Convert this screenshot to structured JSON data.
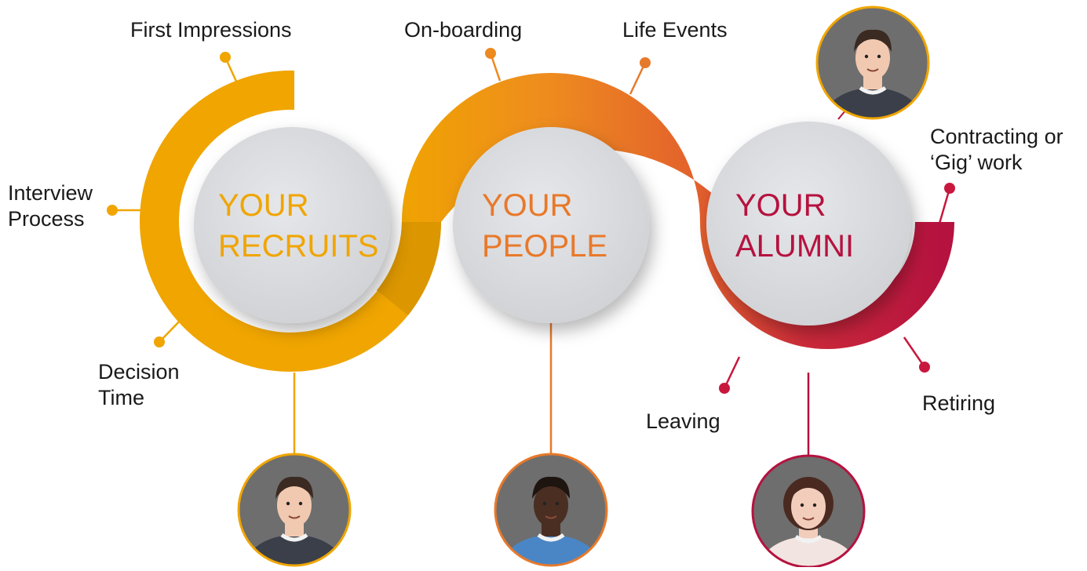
{
  "stages": [
    {
      "line1": "YOUR",
      "line2": "RECRUITS",
      "color": "#f0a500"
    },
    {
      "line1": "YOUR",
      "line2": "PEOPLE",
      "color": "#e8792a"
    },
    {
      "line1": "YOUR",
      "line2": "ALUMNI",
      "color": "#b5123f"
    }
  ],
  "labels": {
    "first_impressions": "First Impressions",
    "interview_1": "Interview",
    "interview_2": "Process",
    "decision_1": "Decision",
    "decision_2": "Time",
    "onboarding": "On-boarding",
    "life_events": "Life Events",
    "contracting_1": "Contracting or",
    "contracting_2": "‘Gig’ work",
    "leaving": "Leaving",
    "retiring": "Retiring"
  },
  "colors": {
    "gold": "#f0a500",
    "orange": "#e8792a",
    "crimson": "#b5123f",
    "circle_fill": "#d9dbdf",
    "photo_bg": "#6e6e6e"
  },
  "avatars": [
    {
      "name": "young-man",
      "shirt": "#3a3f4a",
      "skin": "#f1c9b0",
      "hair": "#3b2a22",
      "border": "#f0a500"
    },
    {
      "name": "man-blue-shirt",
      "shirt": "#4a86c5",
      "skin": "#4a2e22",
      "hair": "#1e1410",
      "border": "#e8792a"
    },
    {
      "name": "woman",
      "shirt": "#f2e4e0",
      "skin": "#f3cdbb",
      "hair": "#4a2a20",
      "border": "#b5123f"
    },
    {
      "name": "young-man-alumni",
      "shirt": "#3a3f4a",
      "skin": "#f1c9b0",
      "hair": "#3b2a22",
      "border": "#f0a500"
    }
  ]
}
